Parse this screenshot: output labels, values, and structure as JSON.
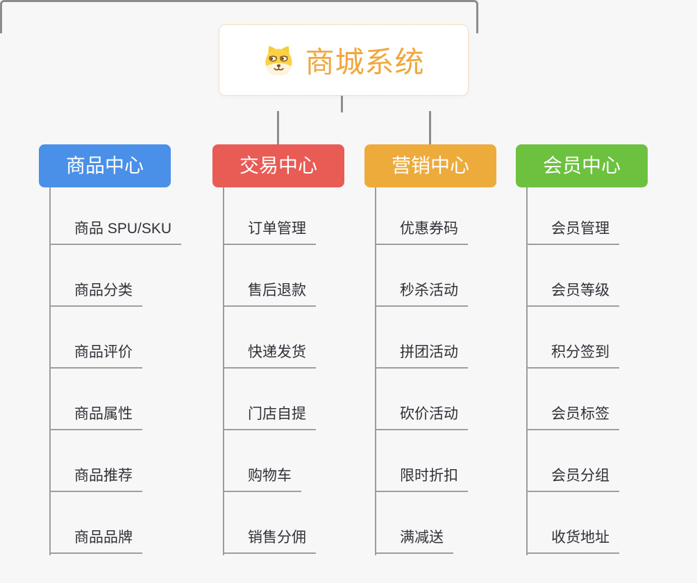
{
  "root": {
    "title": "商城系统",
    "icon": "dog-face-icon",
    "title_color": "#f0a73e",
    "border_color": "#f0bd78"
  },
  "branches": [
    {
      "label": "商品中心",
      "color": "#4a90e8",
      "children": [
        "商品 SPU/SKU",
        "商品分类",
        "商品评价",
        "商品属性",
        "商品推荐",
        "商品品牌"
      ]
    },
    {
      "label": "交易中心",
      "color": "#e95b55",
      "children": [
        "订单管理",
        "售后退款",
        "快递发货",
        "门店自提",
        "购物车",
        "销售分佣"
      ]
    },
    {
      "label": "营销中心",
      "color": "#edab3c",
      "children": [
        "优惠券码",
        "秒杀活动",
        "拼团活动",
        "砍价活动",
        "限时折扣",
        "满减送"
      ]
    },
    {
      "label": "会员中心",
      "color": "#6cc23e",
      "children": [
        "会员管理",
        "会员等级",
        "积分签到",
        "会员标签",
        "会员分组",
        "收货地址"
      ]
    }
  ],
  "colors": {
    "background": "#f7f7f8",
    "connector": "#8c8c8c",
    "leaf_line": "#9e9e9e",
    "leaf_text": "#2f3136"
  }
}
